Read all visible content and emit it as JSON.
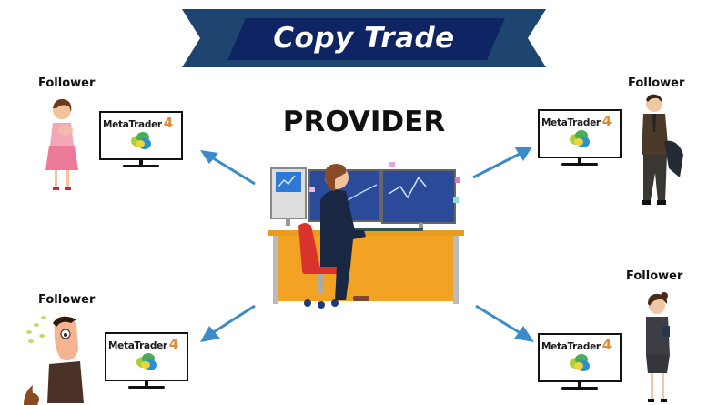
{
  "banner": {
    "title": "Copy Trade",
    "bg_color": "#1d4570",
    "inner_color": "#0f2463"
  },
  "provider": {
    "title": "PROVIDER"
  },
  "arrow_color": "#3a8bc8",
  "followers": [
    {
      "position": "top-left",
      "label": "Follower",
      "platform": {
        "name": "MetaTrader",
        "version": "4"
      }
    },
    {
      "position": "top-right",
      "label": "Follower",
      "platform": {
        "name": "MetaTrader",
        "version": "4"
      }
    },
    {
      "position": "bottom-left",
      "label": "Follower",
      "platform": {
        "name": "MetaTrader",
        "version": "4"
      }
    },
    {
      "position": "bottom-right",
      "label": "Follower",
      "platform": {
        "name": "MetaTrader",
        "version": "4"
      }
    }
  ]
}
